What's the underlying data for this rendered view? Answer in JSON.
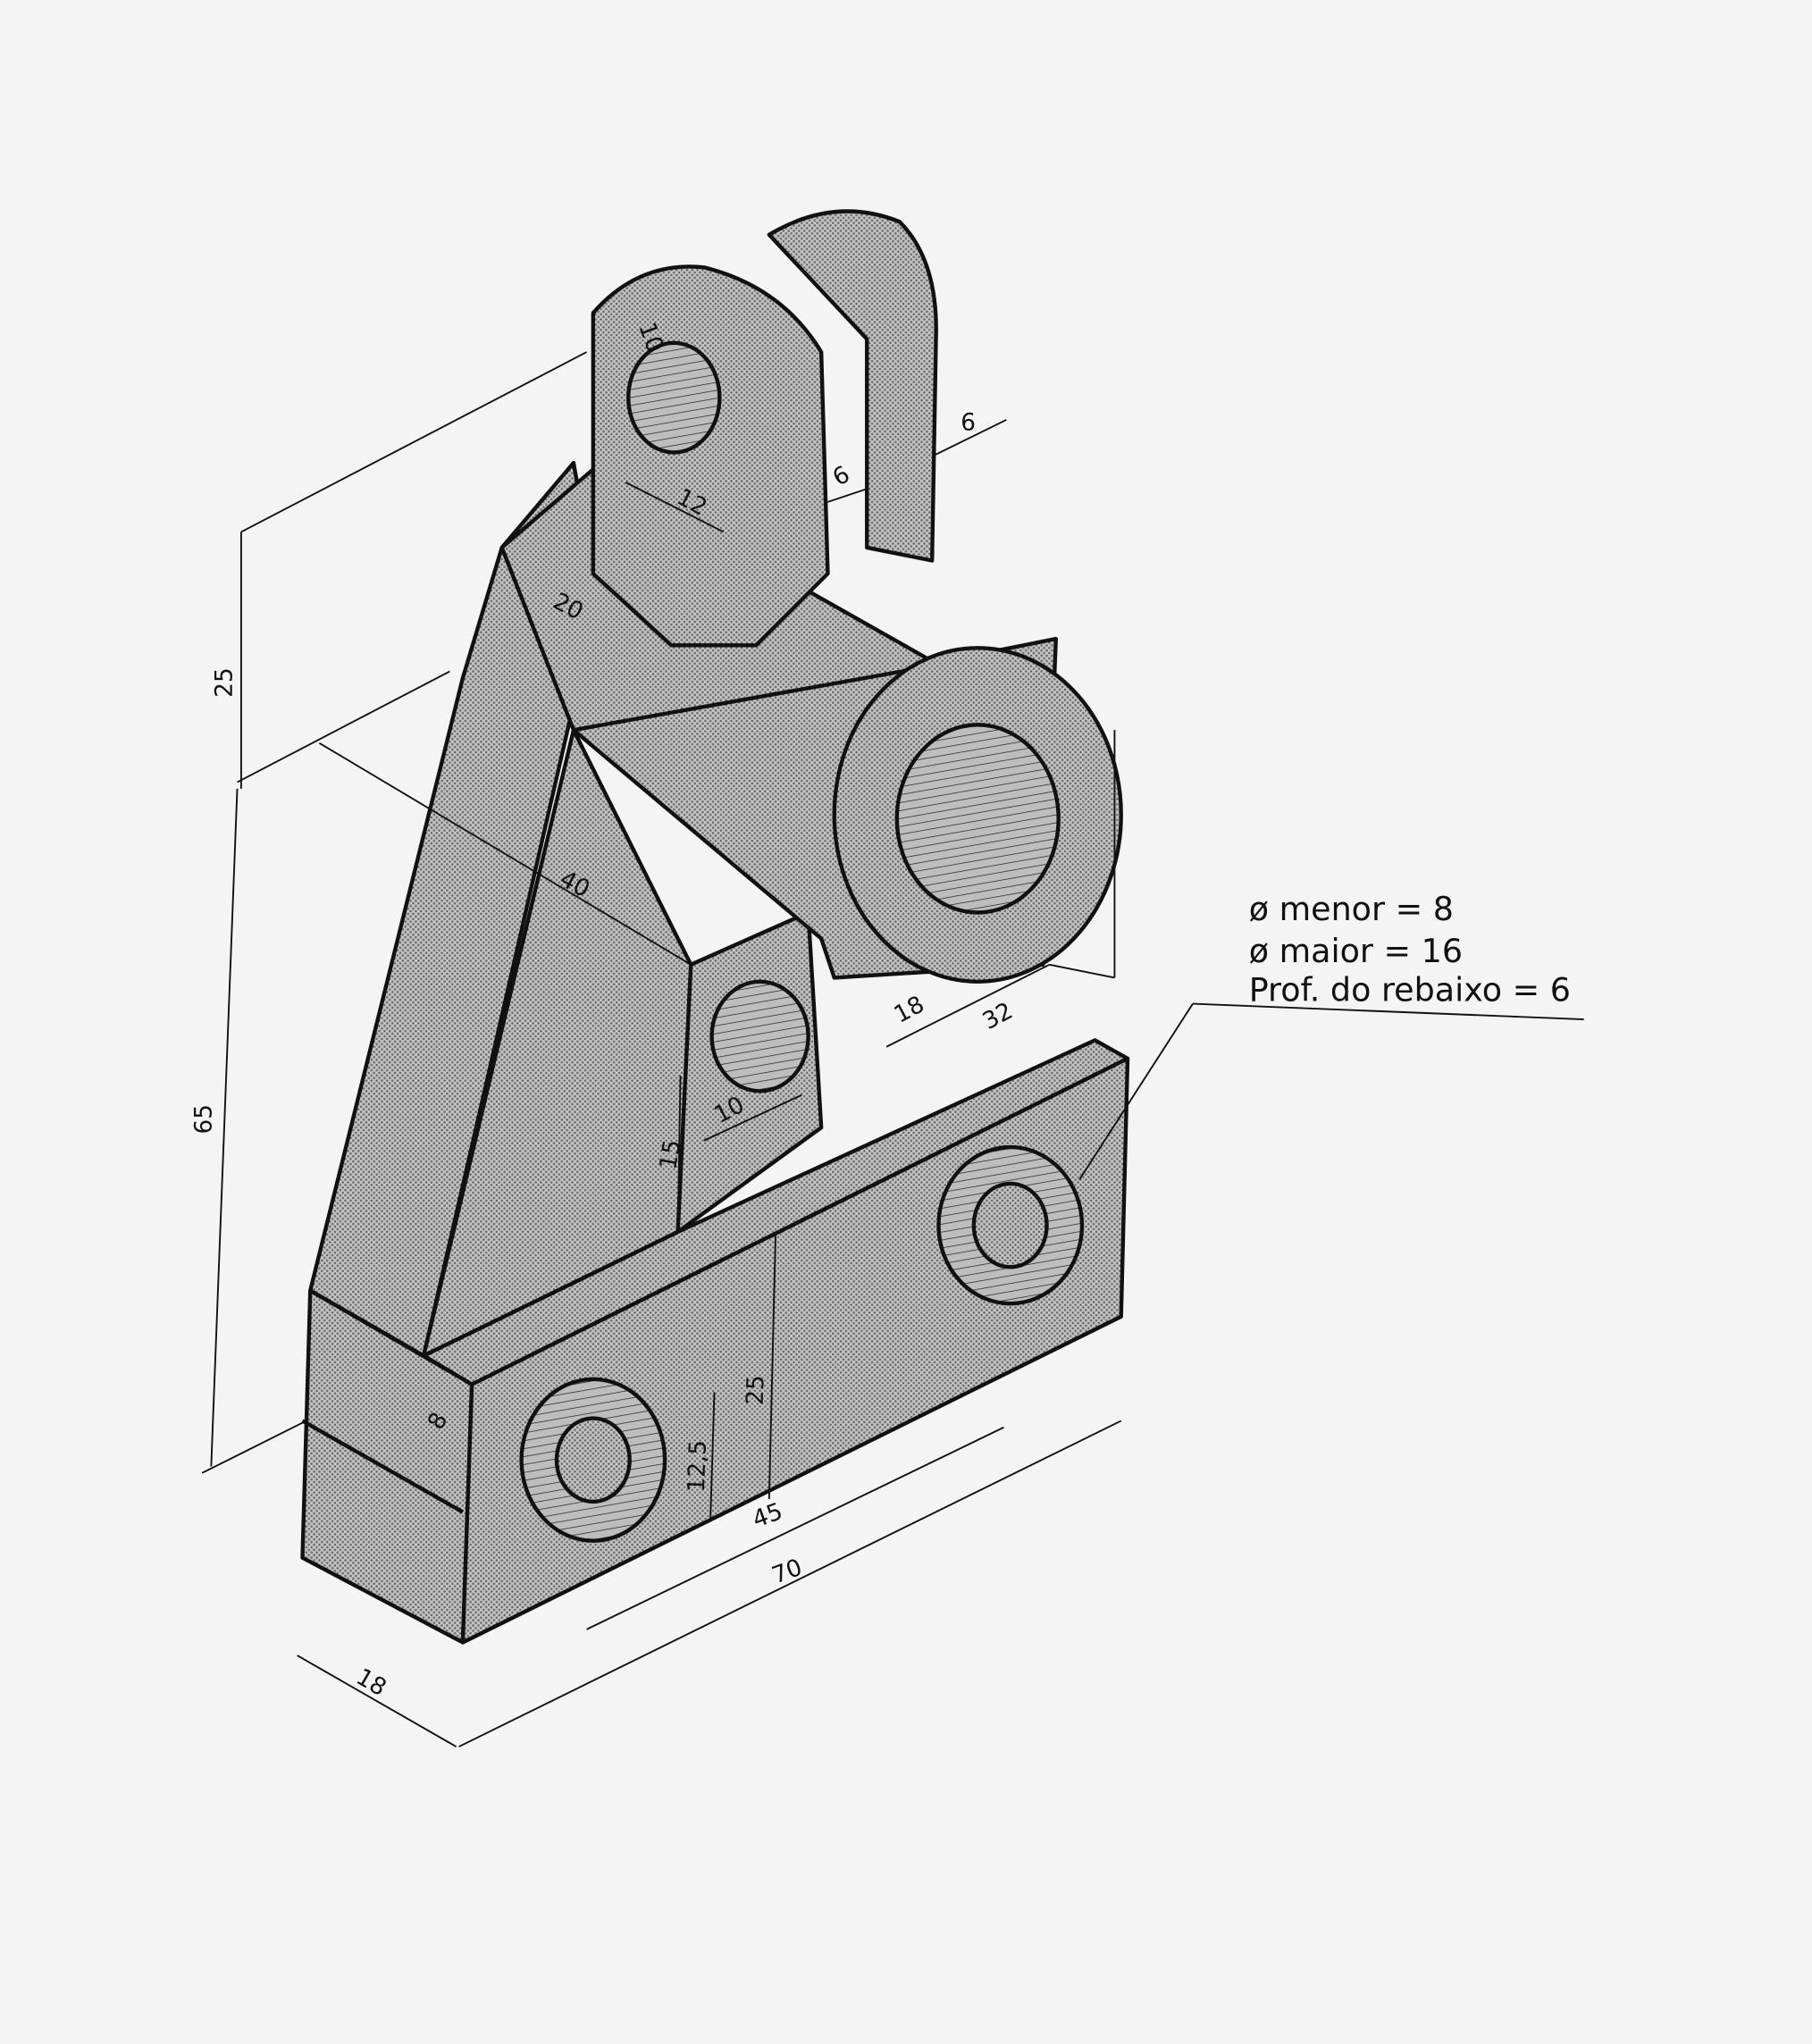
{
  "drawing": {
    "dimensions": {
      "eye_hole_dia": "10",
      "eye_width": "12",
      "fork_gap": "6",
      "fork_thickness": "6",
      "upper_height": "25",
      "slot_depth": "20",
      "cylinder_length": "40",
      "total_height": "65",
      "side_hole_height": "15",
      "side_hole_dia": "10",
      "cylinder_hole": "18",
      "cylinder_dia": "32",
      "base_step": "8",
      "hole_height_center": "12,5",
      "base_height": "25",
      "hole_spacing": "45",
      "base_length": "70",
      "base_depth": "18"
    },
    "note": {
      "line1": "ø menor  =  8",
      "line2": "ø maior  =  16",
      "line3": "Prof. do rebaixo = 6"
    },
    "colors": {
      "fill": "#b4b4b4",
      "ink": "#111111",
      "paper": "#f4f4f4"
    }
  }
}
